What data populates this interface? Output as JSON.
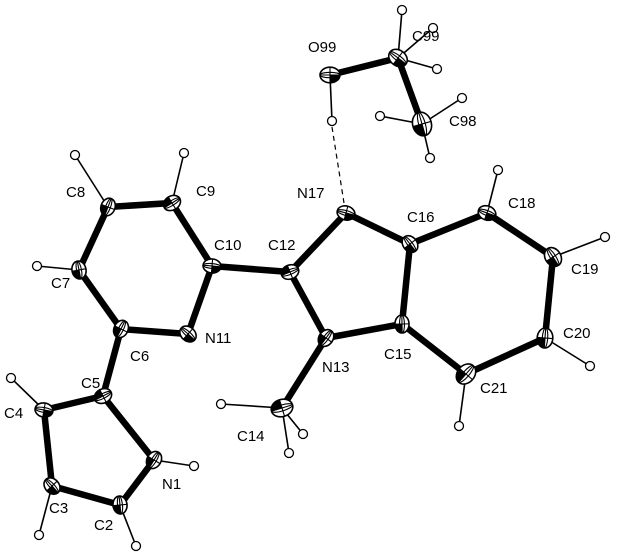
{
  "labels": {
    "O99": "O99",
    "C99": "C99",
    "C98": "C98",
    "C8": "C8",
    "C9": "C9",
    "N17": "N17",
    "C16": "C16",
    "C18": "C18",
    "C10": "C10",
    "C12": "C12",
    "C7": "C7",
    "C19": "C19",
    "C6": "C6",
    "N11": "N11",
    "C20": "C20",
    "C5": "C5",
    "N13": "N13",
    "C15": "C15",
    "C4": "C4",
    "C21": "C21",
    "C14": "C14",
    "N1": "N1",
    "C3": "C3",
    "C2": "C2"
  }
}
